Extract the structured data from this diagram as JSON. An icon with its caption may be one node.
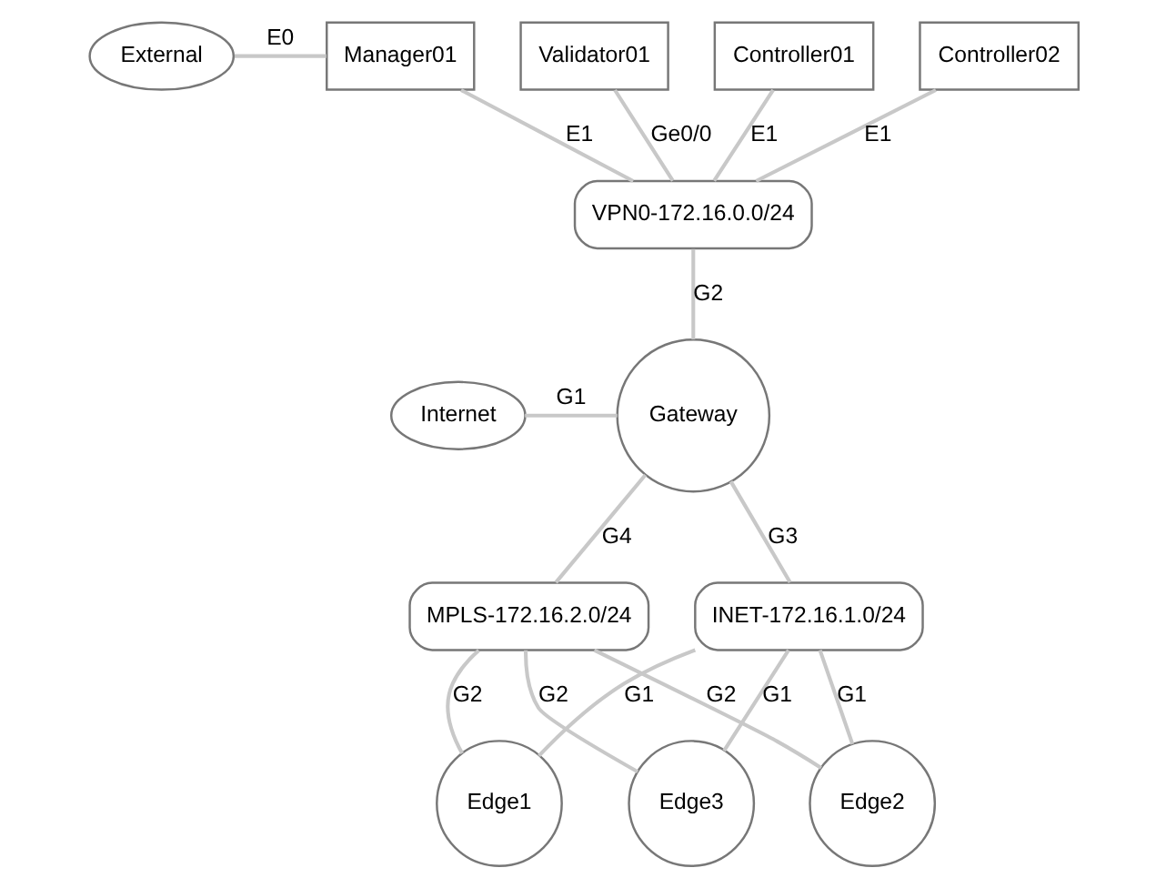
{
  "diagram": {
    "nodes": [
      {
        "text": [
          "External"
        ]
      },
      {
        "text": [
          "Manager01"
        ]
      },
      {
        "text": [
          "Validator01"
        ]
      },
      {
        "text": [
          "Controller01"
        ]
      },
      {
        "text": [
          "Controller02"
        ]
      },
      {
        "text": [
          "VPN0-172.16.0.0/24"
        ]
      },
      {
        "text": [
          "Internet"
        ]
      },
      {
        "text": [
          "Gateway"
        ]
      },
      {
        "text": [
          "INET-172.16.1.0/24"
        ]
      },
      {
        "text": [
          "MPLS-172.16.2.0/24"
        ]
      },
      {
        "text": [
          "Edge1"
        ]
      },
      {
        "text": [
          "Edge2"
        ]
      },
      {
        "text": [
          "Edge3"
        ]
      }
    ],
    "edges": [
      {
        "from": 0,
        "to": 1,
        "arrow": "none",
        "label": "E0"
      },
      {
        "from": 1,
        "to": 5,
        "arrow": "none",
        "label": "E1"
      },
      {
        "from": 2,
        "to": 5,
        "arrow": "none",
        "label": "Ge0/0"
      },
      {
        "from": 3,
        "to": 5,
        "arrow": "none",
        "label": "E1"
      },
      {
        "from": 4,
        "to": 5,
        "arrow": "none",
        "label": "E1"
      },
      {
        "from": 5,
        "to": 7,
        "arrow": "none",
        "label": "G2"
      },
      {
        "from": 6,
        "to": 7,
        "arrow": "none",
        "label": "G1"
      },
      {
        "from": 7,
        "to": 8,
        "arrow": "none",
        "label": "G3"
      },
      {
        "from": 7,
        "to": 9,
        "arrow": "none",
        "label": "G4"
      },
      {
        "from": 8,
        "to": 10,
        "arrow": "none",
        "label": "G1"
      },
      {
        "from": 9,
        "to": 10,
        "arrow": "none",
        "label": "G2"
      },
      {
        "from": 8,
        "to": 11,
        "arrow": "none",
        "label": "G1"
      },
      {
        "from": 9,
        "to": 11,
        "arrow": "none",
        "label": "G2"
      },
      {
        "from": 8,
        "to": 12,
        "arrow": "none",
        "label": "G1"
      },
      {
        "from": 9,
        "to": 12,
        "arrow": "none",
        "label": "G2"
      }
    ]
  }
}
